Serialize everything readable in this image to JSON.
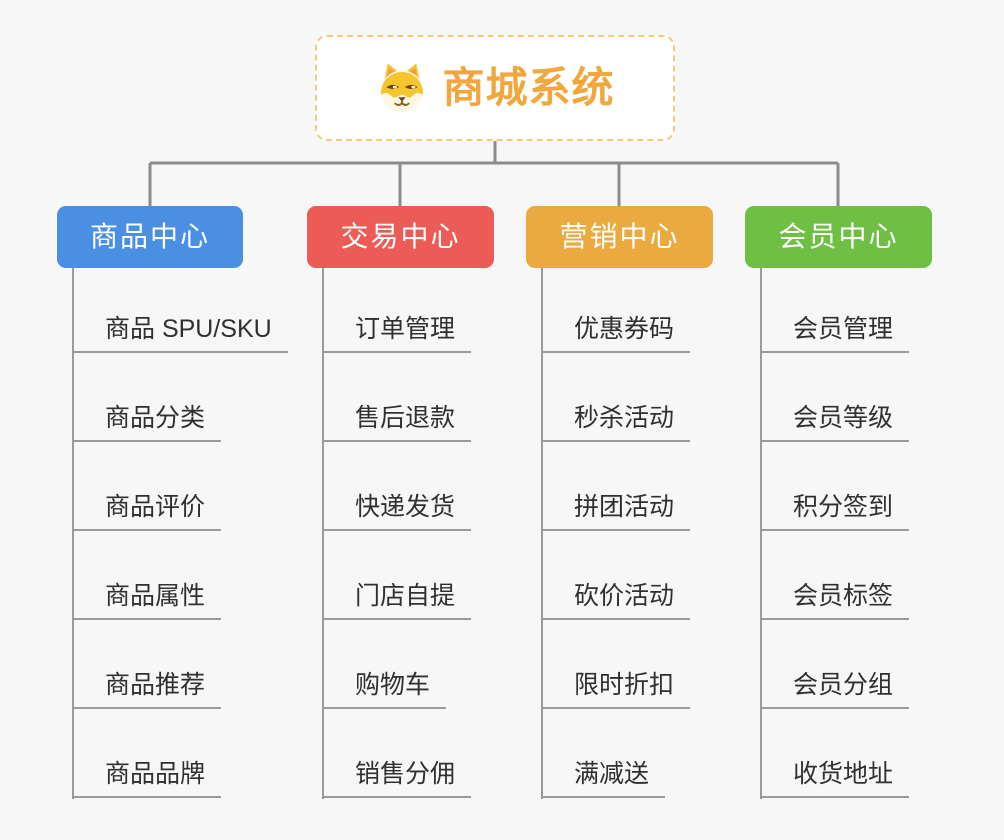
{
  "root": {
    "label": "商城系统",
    "icon": "dog-face-icon"
  },
  "branches": [
    {
      "id": "product-center",
      "label": "商品中心",
      "color": "#4a8fe2",
      "children": [
        "商品 SPU/SKU",
        "商品分类",
        "商品评价",
        "商品属性",
        "商品推荐",
        "商品品牌"
      ]
    },
    {
      "id": "trade-center",
      "label": "交易中心",
      "color": "#ec5b55",
      "children": [
        "订单管理",
        "售后退款",
        "快递发货",
        "门店自提",
        "购物车",
        "销售分佣"
      ]
    },
    {
      "id": "marketing-center",
      "label": "营销中心",
      "color": "#ebaa3f",
      "children": [
        "优惠券码",
        "秒杀活动",
        "拼团活动",
        "砍价活动",
        "限时折扣",
        "满减送"
      ]
    },
    {
      "id": "member-center",
      "label": "会员中心",
      "color": "#6fbf44",
      "children": [
        "会员管理",
        "会员等级",
        "积分签到",
        "会员标签",
        "会员分组",
        "收货地址"
      ]
    }
  ],
  "colors": {
    "background": "#f7f7f7",
    "root_text": "#f0a73e",
    "root_border": "#f4c97d",
    "connector": "#8c8c8c",
    "leaf_line": "#9a9a9a",
    "leaf_text": "#303030"
  }
}
